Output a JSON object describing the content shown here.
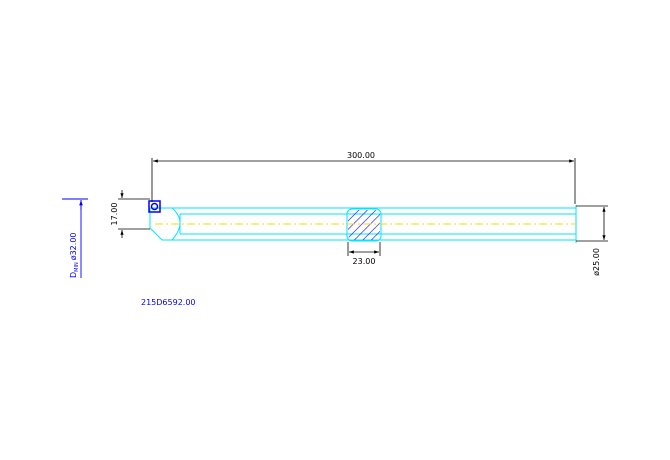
{
  "drawing": {
    "dim_overall_length": "300.00",
    "dim_head_height": "17.00",
    "dim_land_width": "23.00",
    "dim_shank_diameter": "ø25.00",
    "dim_min_bore_prefix": "D",
    "dim_min_bore_sub": "MIN",
    "dim_min_bore_value": "ø32.00",
    "part_number": "215D6592.00",
    "colors": {
      "outline": "#00e5ff",
      "centerline": "#ffd700",
      "dimension": "#000000",
      "hatch": "#0000ff",
      "insert": "#0000ff",
      "annotation": "#0000ff",
      "background": "#ffffff"
    }
  }
}
